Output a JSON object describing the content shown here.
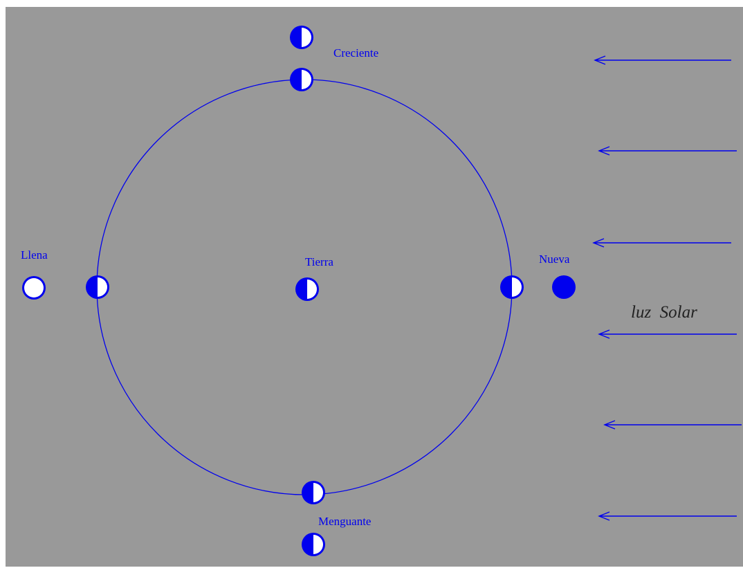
{
  "labels": {
    "creciente": "Creciente",
    "llena": "Llena",
    "tierra": "Tierra",
    "nueva": "Nueva",
    "menguante": "Menguante",
    "luz_solar": "luz  Solar"
  },
  "colors": {
    "background": "#999999",
    "frame": "#ffffff",
    "diagram_blue": "#0000ee",
    "lit_side": "#ffffff",
    "sun_label": "#222222"
  },
  "moons": [
    {
      "name": "moon-creciente-outer",
      "lit": "right-half"
    },
    {
      "name": "moon-orbit-top",
      "lit": "right-half"
    },
    {
      "name": "moon-orbit-left",
      "lit": "right-half"
    },
    {
      "name": "moon-llena",
      "lit": "full"
    },
    {
      "name": "earth",
      "lit": "right-half"
    },
    {
      "name": "moon-orbit-right",
      "lit": "right-half"
    },
    {
      "name": "moon-nueva",
      "lit": "none"
    },
    {
      "name": "moon-orbit-bottom",
      "lit": "right-half"
    },
    {
      "name": "moon-menguante-outer",
      "lit": "right-half"
    }
  ],
  "sun_arrows": 6
}
